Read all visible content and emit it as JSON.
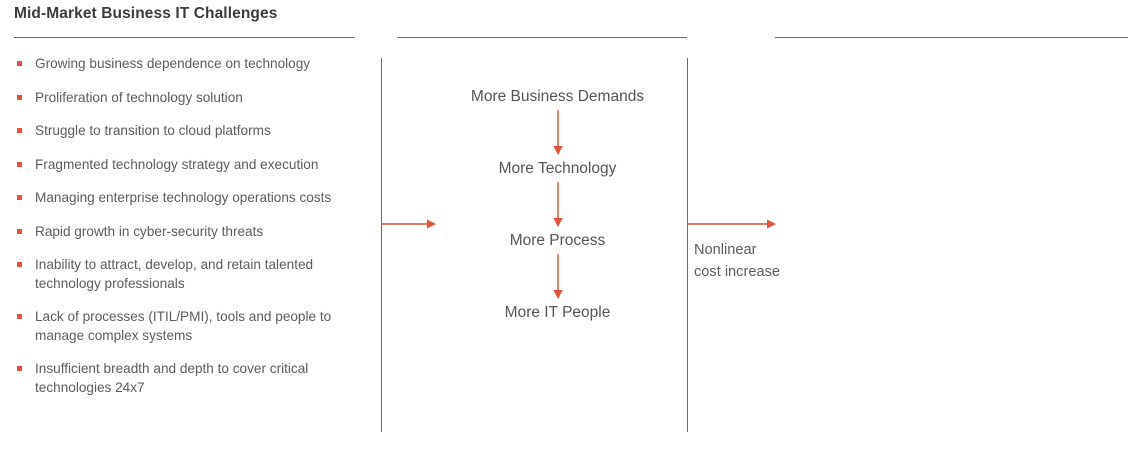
{
  "title": "Mid-Market Business IT Challenges",
  "colors": {
    "accent_line": "#b5523e",
    "bullet": "#e0543b",
    "arrow": "#e0543b",
    "title_text": "#3b3b3b",
    "body_text": "#5c5c5c",
    "background": "#ffffff"
  },
  "challenges": [
    {
      "text": "Growing business dependence on technology"
    },
    {
      "text": "Proliferation of technology solution"
    },
    {
      "text": "Struggle to transition to cloud platforms"
    },
    {
      "text": "Fragmented technology strategy and execution"
    },
    {
      "text": "Managing enterprise technology operations costs"
    },
    {
      "text": "Rapid growth in cyber-security threats"
    },
    {
      "text": "Inability to attract, develop, and retain talented technology professionals"
    },
    {
      "text": "Lack of processes (ITIL/PMI), tools and people to manage complex systems"
    },
    {
      "text": "Insufficient breadth and depth to cover critical technologies 24x7"
    }
  ],
  "flow": {
    "steps": [
      {
        "label": "More Business Demands"
      },
      {
        "label": "More Technology"
      },
      {
        "label": "More Process"
      },
      {
        "label": "More IT People"
      }
    ]
  },
  "outcome": {
    "line1": "Nonlinear",
    "line2": "cost increase"
  }
}
